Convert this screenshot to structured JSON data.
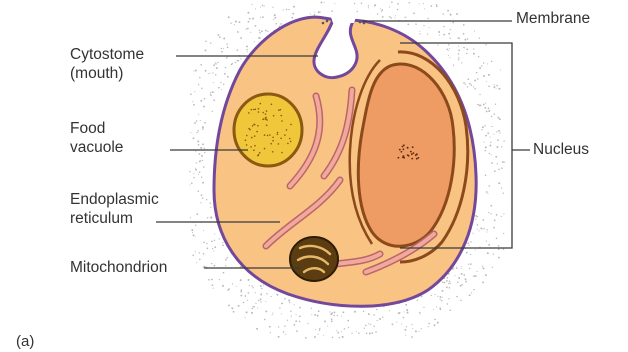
{
  "labels": {
    "membrane": "Membrane",
    "cytostome": [
      "Cytostome",
      "(mouth)"
    ],
    "food_vacuole": [
      "Food",
      "vacuole"
    ],
    "nucleus": "Nucleus",
    "endoplasmic_reticulum": [
      "Endoplasmic",
      "reticulum"
    ],
    "mitochondrion": "Mitochondrion",
    "panel": "(a)"
  },
  "colors": {
    "cytoplasm": "#f8c383",
    "membrane": "#73479b",
    "food_vacuole_fill": "#f0c63a",
    "food_vacuole_edge": "#8a5a12",
    "nucleus_fill": "#ee9c63",
    "nucleus_edge": "#8c4a1c",
    "er_fill": "#f2a99b",
    "er_edge": "#b8666a",
    "mitochondrion_fill": "#5c3d12",
    "mitochondrion_inner": "#e6b968",
    "leader_line": "#3a3a3a",
    "halo_dots": "#b9b9b9",
    "text": "#333333"
  },
  "icons": [
    "cell-body",
    "membrane-outline",
    "cytostome-groove",
    "food-vacuole",
    "nucleus",
    "endoplasmic-reticulum",
    "mitochondrion"
  ]
}
